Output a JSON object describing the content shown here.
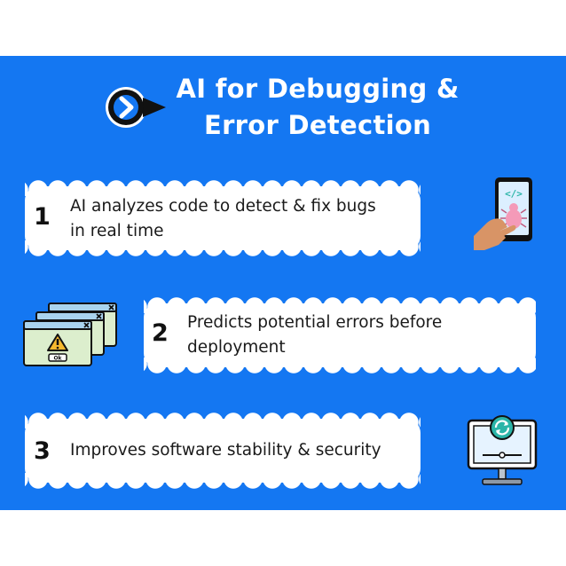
{
  "header": {
    "title_line1": "AI for Debugging &",
    "title_line2": "Error Detection"
  },
  "items": [
    {
      "number": "1",
      "text_line1": "AI analyzes code to detect & fix bugs",
      "text_line2": "in real time",
      "icon": "phone-bug-icon"
    },
    {
      "number": "2",
      "text_line1": "Predicts potential errors before",
      "text_line2": "deployment",
      "icon": "error-windows-icon"
    },
    {
      "number": "3",
      "text_line1": "Improves software stability & security",
      "text_line2": "",
      "icon": "monitor-sync-icon"
    }
  ],
  "illustrations": {
    "code_tag": "</>",
    "ok_label": "Ok"
  },
  "colors": {
    "background": "#1477f2",
    "card": "#ffffff",
    "accent_teal": "#2bb5a8",
    "warning": "#f5b82e"
  }
}
